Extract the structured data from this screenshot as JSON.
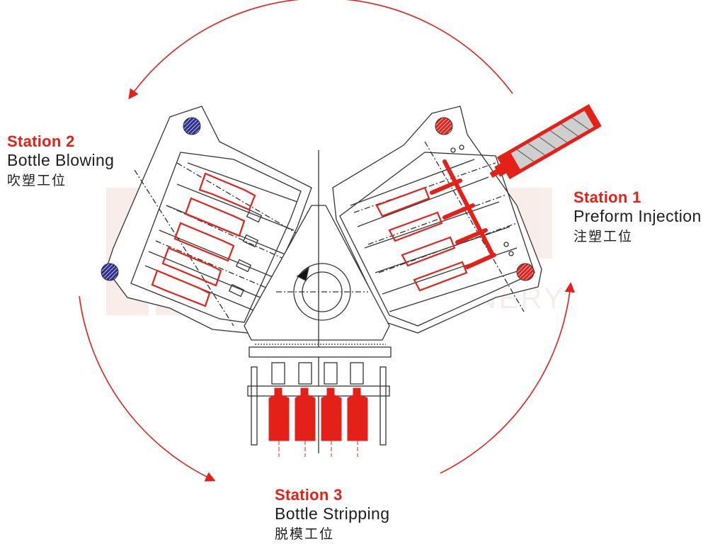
{
  "colors": {
    "accent": "#e32119",
    "line": "#333333",
    "bolt_blue": "#2b2f8f",
    "watermark": "#f3e8e2"
  },
  "stations": [
    {
      "id": "station-1",
      "title": "Station 1",
      "description": "Preform Injection",
      "chinese": "注塑工位"
    },
    {
      "id": "station-2",
      "title": "Station 2",
      "description": "Bottle Blowing",
      "chinese": "吹塑工位"
    },
    {
      "id": "station-3",
      "title": "Station 3",
      "description": "Bottle Stripping",
      "chinese": "脱模工位"
    }
  ],
  "watermark": {
    "brand": "VICTOR MACHINERY"
  },
  "icons": [
    "rotation-arrow-icon",
    "bolt-icon",
    "injection-screw-icon"
  ]
}
